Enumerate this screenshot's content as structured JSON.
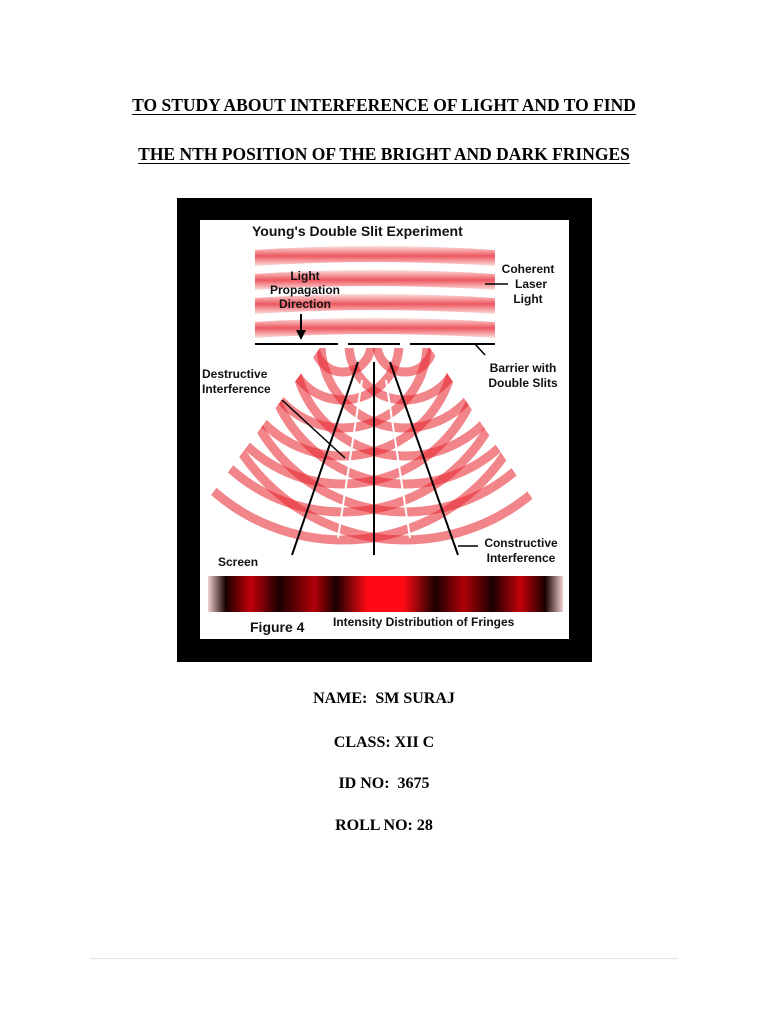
{
  "document": {
    "title_line1": "TO STUDY ABOUT INTERFERENCE OF LIGHT AND TO FIND",
    "title_line2": "THE NTH POSITION OF THE BRIGHT AND DARK FRINGES"
  },
  "figure": {
    "heading": "Young's Double Slit Experiment",
    "light_label": [
      "Light",
      "Propagation",
      "Direction"
    ],
    "coherent_label": [
      "Coherent",
      "Laser",
      "Light"
    ],
    "destructive_label": [
      "Destructive",
      "Interference"
    ],
    "barrier_label": [
      "Barrier with",
      "Double Slits"
    ],
    "constructive_label": [
      "Constructive",
      "Interference"
    ],
    "screen_label": "Screen",
    "figure_label": "Figure 4",
    "intensity_label": "Intensity Distribution of Fringes",
    "colors": {
      "wave": "#e8202a",
      "frame": "#000000"
    }
  },
  "student": {
    "name": "NAME:  SM SURAJ",
    "class": "CLASS: XII C",
    "id": "ID NO:  3675",
    "roll": "ROLL NO: 28"
  }
}
